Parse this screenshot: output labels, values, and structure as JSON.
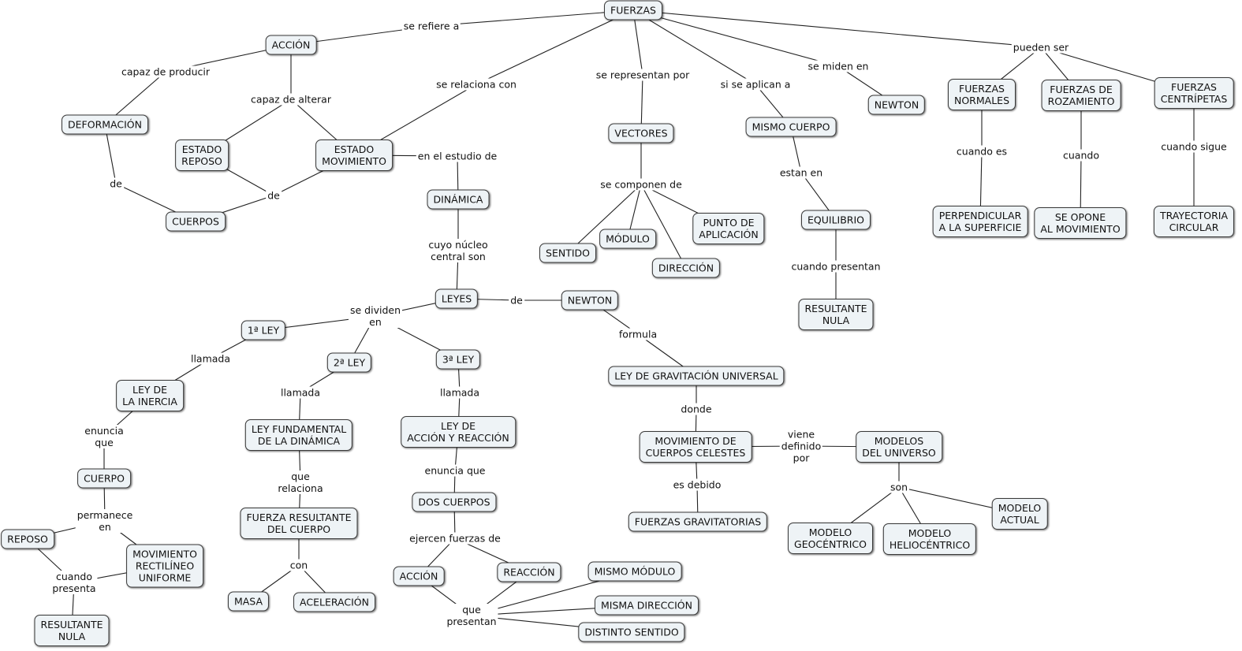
{
  "concepts": {
    "fuerzas": "FUERZAS",
    "accion_top": "ACCIÓN",
    "deformacion": "DEFORMACIÓN",
    "estado_reposo": "ESTADO\nREPOSO",
    "estado_movimiento": "ESTADO\nMOVIMIENTO",
    "cuerpos": "CUERPOS",
    "dinamica": "DINÁMICA",
    "vectores": "VECTORES",
    "sentido": "SENTIDO",
    "modulo": "MÓDULO",
    "direccion": "DIRECCIÓN",
    "punto_aplicacion": "PUNTO DE\nAPLICACIÓN",
    "mismo_cuerpo": "MISMO CUERPO",
    "equilibrio": "EQUILIBRIO",
    "resultante_nula_top": "RESULTANTE\nNULA",
    "newton_top": "NEWTON",
    "fuerzas_normales": "FUERZAS\nNORMALES",
    "fuerzas_rozamiento": "FUERZAS DE\nROZAMIENTO",
    "fuerzas_centripetas": "FUERZAS\nCENTRÍPETAS",
    "perpendicular": "PERPENDICULAR\nA LA SUPERFICIE",
    "se_opone": "SE OPONE\nAL MOVIMIENTO",
    "trayectoria": "TRAYECTORIA\nCIRCULAR",
    "leyes": "LEYES",
    "newton_mid": "NEWTON",
    "ley1": "1ª LEY",
    "ley2": "2ª LEY",
    "ley3": "3ª LEY",
    "ley_inercia": "LEY DE\nLA INERCIA",
    "ley_fundamental": "LEY FUNDAMENTAL\nDE LA DINÁMICA",
    "ley_accion_reaccion": "LEY DE\nACCIÓN Y REACCIÓN",
    "cuerpo": "CUERPO",
    "reposo": "REPOSO",
    "mru": "MOVIMIENTO\nRECTILÍNEO\nUNIFORME",
    "resultante_nula_bottom": "RESULTANTE\nNULA",
    "fuerza_resultante": "FUERZA RESULTANTE\nDEL CUERPO",
    "masa": "MASA",
    "aceleracion": "ACELERACIÓN",
    "dos_cuerpos": "DOS CUERPOS",
    "accion_bottom": "ACCIÓN",
    "reaccion": "REACCIÓN",
    "mismo_modulo": "MISMO MÓDULO",
    "misma_direccion": "MISMA DIRECCIÓN",
    "distinto_sentido": "DISTINTO SENTIDO",
    "ley_gravitacion": "LEY DE GRAVITACIÓN UNIVERSAL",
    "movimiento_celestes": "MOVIMIENTO DE\nCUERPOS CELESTES",
    "fuerzas_gravitatorias": "FUERZAS GRAVITATORIAS",
    "modelos_universo": "MODELOS\nDEL UNIVERSO",
    "modelo_geocentrico": "MODELO\nGEOCÉNTRICO",
    "modelo_heliocentrico": "MODELO\nHELIOCÉNTRICO",
    "modelo_actual": "MODELO\nACTUAL"
  },
  "linking_phrases": {
    "se_refiere_a": "se refiere a",
    "capaz_de_producir": "capaz de producir",
    "capaz_de_alterar": "capaz de alterar",
    "de_left": "de",
    "de_center": "de",
    "se_relaciona_con": "se relaciona con",
    "en_el_estudio_de": "en el estudio de",
    "se_representan_por": "se representan por",
    "se_componen_de": "se componen de",
    "si_se_aplican_a": "si se aplican a",
    "estan_en": "estan en",
    "cuando_presentan": "cuando presentan",
    "se_miden_en": "se miden en",
    "pueden_ser": "pueden ser",
    "cuando_es": "cuando es",
    "cuando": "cuando",
    "cuando_sigue": "cuando sigue",
    "cuyo_nucleo": "cuyo núcleo\ncentral son",
    "de_newton": "de",
    "se_dividen_en": "se dividen\nen",
    "llamada_1": "llamada",
    "llamada_2": "llamada",
    "llamada_3": "llamada",
    "enuncia_que_1": "enuncia\nque",
    "permanece_en": "permanece\nen",
    "cuando_presenta": "cuando\npresenta",
    "que_relaciona": "que\nrelaciona",
    "con": "con",
    "enuncia_que_3": "enuncia que",
    "ejercen_fuerzas_de": "ejercen fuerzas de",
    "que_presentan": "que\npresentan",
    "formula": "formula",
    "donde": "donde",
    "es_debido": "es debido",
    "viene_definido_por": "viene\ndefinido\npor",
    "son": "son"
  }
}
